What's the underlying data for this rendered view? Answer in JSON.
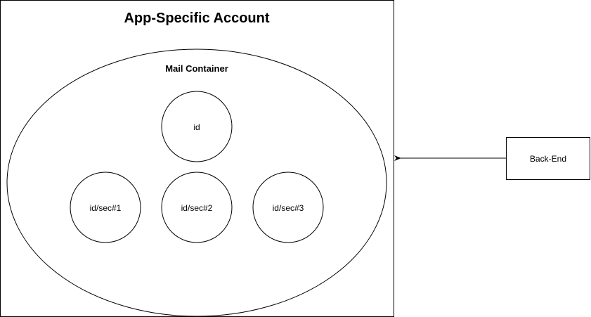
{
  "account": {
    "title": "App-Specific Account"
  },
  "container": {
    "title": "Mail Container"
  },
  "nodes": {
    "id": "id",
    "sec1": "id/sec#1",
    "sec2": "id/sec#2",
    "sec3": "id/sec#3"
  },
  "backend": {
    "label": "Back-End"
  }
}
